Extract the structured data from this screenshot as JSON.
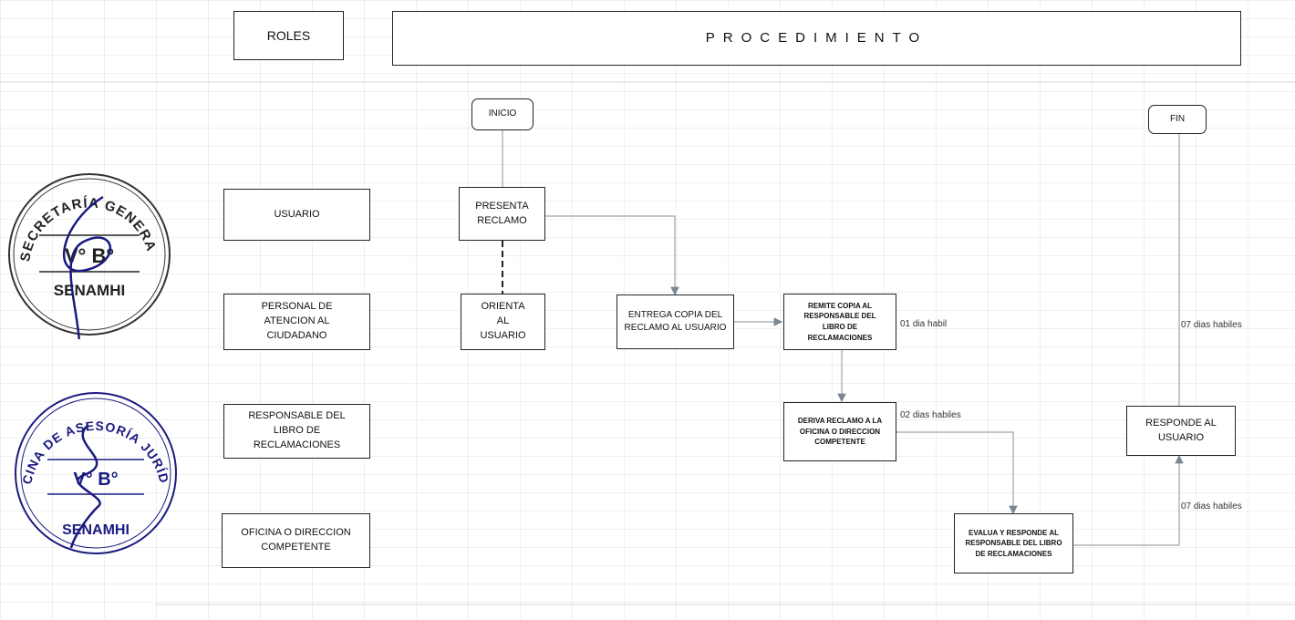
{
  "header": {
    "roles_label": "ROLES",
    "procedure_label": "PROCEDIMIENTO"
  },
  "roles": [
    "USUARIO",
    "PERSONAL DE ATENCION AL CIUDADANO",
    "RESPONSABLE DEL LIBRO DE RECLAMACIONES",
    "OFICINA O DIRECCION COMPETENTE"
  ],
  "terminals": {
    "start": "INICIO",
    "end": "FIN"
  },
  "steps": {
    "presenta_reclamo": "PRESENTA RECLAMO",
    "orienta_usuario": "ORIENTA AL USUARIO",
    "entrega_copia": "ENTREGA COPIA DEL RECLAMO AL USUARIO",
    "remite_copia": "REMITE COPIA AL RESPONSABLE DEL LIBRO DE RECLAMACIONES",
    "deriva_reclamo": "DERIVA RECLAMO A LA OFICINA O DIRECCION COMPETENTE",
    "evalua_responde": "EVALUA Y RESPONDE AL RESPONSABLE DEL LIBRO DE RECLAMACIONES",
    "responde_usuario": "RESPONDE AL USUARIO"
  },
  "durations": {
    "remite": "01 dia habil",
    "deriva": "02 dias habiles",
    "fin": "07 dias habiles",
    "evalua": "07 dias habiles"
  },
  "seals": [
    {
      "top_text": "SECRETARÍA GENERAL",
      "middle_text": "V° B°",
      "bottom_text": "SENAMHI"
    },
    {
      "top_text": "OFICINA DE ASESORÍA JURÍDICA",
      "middle_text": "V° B°",
      "bottom_text": "SENAMHI"
    }
  ],
  "colors": {
    "line": "#9aa3ad",
    "ink": "#1a1a80",
    "border": "#222222"
  }
}
